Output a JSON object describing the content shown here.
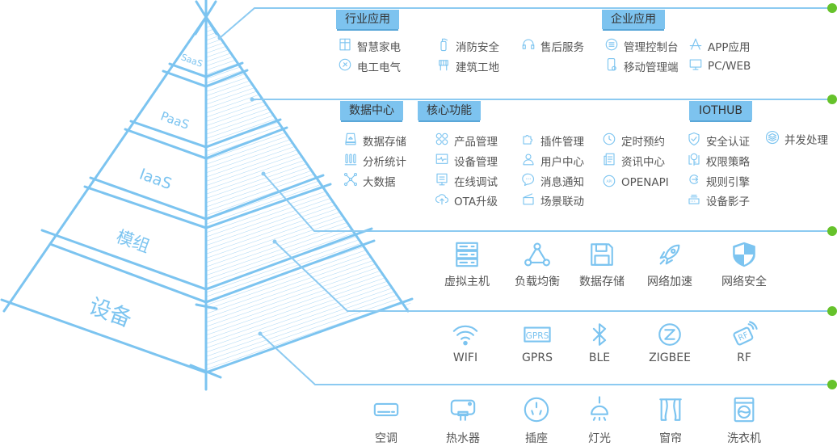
{
  "colors": {
    "line": "#8ccaf1",
    "accent": "#7cc4f0",
    "tag": "#7dc3ef",
    "dot": "#66c22b",
    "text": "#555555"
  },
  "pyramid": {
    "layers": [
      "SaaS",
      "PaaS",
      "IaaS",
      "模组",
      "设备"
    ]
  },
  "sections": {
    "top": {
      "tags": [
        "行业应用",
        "企业应用"
      ],
      "items": [
        {
          "label": "智慧家电",
          "icon": "fridge-icon"
        },
        {
          "label": "电工电气",
          "icon": "plug-circle-icon"
        },
        {
          "label": "消防安全",
          "icon": "extinguisher-icon"
        },
        {
          "label": "建筑工地",
          "icon": "construction-icon"
        },
        {
          "label": "售后服务",
          "icon": "headset-icon"
        },
        {
          "label": "管理控制台",
          "icon": "console-icon"
        },
        {
          "label": "移动管理端",
          "icon": "mobile-gear-icon"
        },
        {
          "label": "APP应用",
          "icon": "app-store-icon"
        },
        {
          "label": "PC/WEB",
          "icon": "monitor-icon"
        }
      ]
    },
    "platform": {
      "tags": [
        "数据中心",
        "核心功能",
        "IOTHUB"
      ],
      "items": [
        {
          "label": "数据存储",
          "icon": "storage-icon"
        },
        {
          "label": "分析统计",
          "icon": "bars-icon"
        },
        {
          "label": "大数据",
          "icon": "network-icon"
        },
        {
          "label": "产品管理",
          "icon": "grid-icon"
        },
        {
          "label": "设备管理",
          "icon": "device-monitor-icon"
        },
        {
          "label": "在线调试",
          "icon": "debug-screen-icon"
        },
        {
          "label": "OTA升级",
          "icon": "cloud-upload-icon"
        },
        {
          "label": "插件管理",
          "icon": "puzzle-icon"
        },
        {
          "label": "用户中心",
          "icon": "user-icon"
        },
        {
          "label": "消息通知",
          "icon": "chat-icon"
        },
        {
          "label": "场景联动",
          "icon": "clapper-icon"
        },
        {
          "label": "定时预约",
          "icon": "clock-icon"
        },
        {
          "label": "资讯中心",
          "icon": "news-icon"
        },
        {
          "label": "OPENAPI",
          "icon": "api-icon"
        },
        {
          "label": "安全认证",
          "icon": "shield-check-icon"
        },
        {
          "label": "权限策略",
          "icon": "key-lock-icon"
        },
        {
          "label": "规则引擎",
          "icon": "engine-icon"
        },
        {
          "label": "设备影子",
          "icon": "shadow-device-icon"
        },
        {
          "label": "并发处理",
          "icon": "layers-icon"
        }
      ]
    },
    "infrastructure": {
      "items": [
        {
          "label": "虚拟主机",
          "icon": "server-icon"
        },
        {
          "label": "负载均衡",
          "icon": "load-balance-icon"
        },
        {
          "label": "数据存储",
          "icon": "floppy-icon"
        },
        {
          "label": "网络加速",
          "icon": "rocket-icon"
        },
        {
          "label": "网络安全",
          "icon": "shield-icon"
        }
      ]
    },
    "modules": {
      "items": [
        {
          "label": "WIFI",
          "icon": "wifi-icon"
        },
        {
          "label": "GPRS",
          "icon": "gprs-icon",
          "badge": "GPRS"
        },
        {
          "label": "BLE",
          "icon": "bluetooth-icon"
        },
        {
          "label": "ZIGBEE",
          "icon": "zigbee-icon",
          "badge": "Z"
        },
        {
          "label": "RF",
          "icon": "rf-icon",
          "badge": "RF"
        }
      ]
    },
    "devices": {
      "items": [
        {
          "label": "空调",
          "icon": "air-conditioner-icon"
        },
        {
          "label": "热水器",
          "icon": "water-heater-icon"
        },
        {
          "label": "插座",
          "icon": "socket-icon"
        },
        {
          "label": "灯光",
          "icon": "lamp-icon"
        },
        {
          "label": "窗帘",
          "icon": "curtain-icon"
        },
        {
          "label": "洗衣机",
          "icon": "washer-icon"
        }
      ]
    }
  }
}
